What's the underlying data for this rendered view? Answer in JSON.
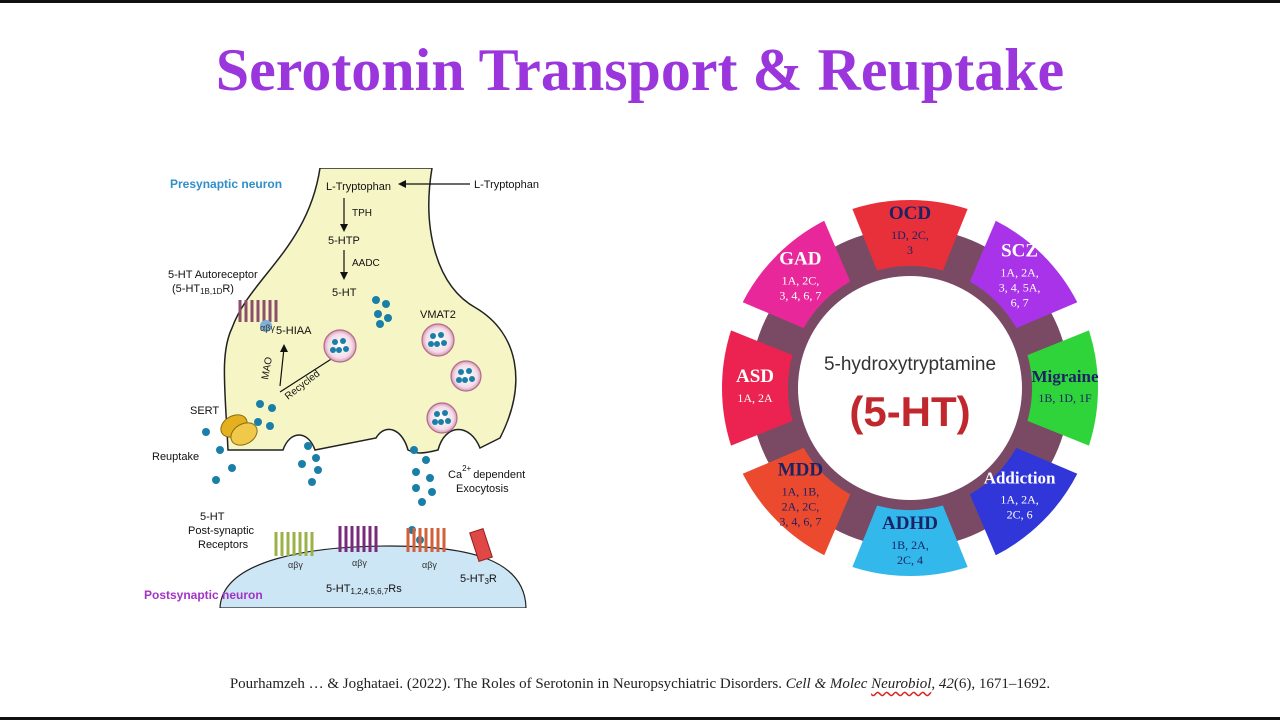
{
  "slide": {
    "title": "Serotonin Transport & Reuptake"
  },
  "synapse": {
    "presynaptic": "Presynaptic neuron",
    "postsynaptic": "Postsynaptic neuron",
    "trp_in": "L-Tryptophan",
    "trp_out": "L-Tryptophan",
    "tph": "TPH",
    "htp": "5-HTP",
    "aadc": "AADC",
    "ht": "5-HT",
    "vmat2": "VMAT2",
    "autoreceptor_1": "5-HT Autoreceptor",
    "autoreceptor_2_pre": "(5-HT",
    "autoreceptor_2_sub": "1B,1D",
    "autoreceptor_2_post": "R)",
    "hiaa": "5-HIAA",
    "mao": "MAO",
    "recycled": "Recycled",
    "sert": "SERT",
    "reuptake": "Reuptake",
    "ca": "Ca",
    "ca_sup": "2+",
    "dependent": "dependent",
    "exocytosis": "Exocytosis",
    "post_1": "5-HT",
    "post_2": "Post-synaptic",
    "post_3": "Receptors",
    "ht3r_pre": "5-HT",
    "ht3r_sub": "3",
    "ht3r_post": "R",
    "htrs_pre": "5-HT",
    "htrs_sub": "1,2,4,5,6,7",
    "htrs_post": "Rs",
    "gprotein": "αβγ"
  },
  "wheel": {
    "center_1": "5-hydroxytryptamine",
    "center_2": "(5-HT)",
    "segments": [
      {
        "name": "OCD",
        "sub": [
          "1D, 2C,",
          "3"
        ],
        "color": "#e8303a"
      },
      {
        "name": "SCZ",
        "sub": [
          "1A, 2A,",
          "3, 4, 5A,",
          "6, 7"
        ],
        "color": "#a833e8"
      },
      {
        "name": "Migraine",
        "sub": [
          "1B, 1D, 1F"
        ],
        "color": "#2fd43a"
      },
      {
        "name": "Addiction",
        "sub": [
          "1A, 2A,",
          "2C, 6"
        ],
        "color": "#3036d8"
      },
      {
        "name": "ADHD",
        "sub": [
          "1B, 2A,",
          "2C, 4"
        ],
        "color": "#32b8ea"
      },
      {
        "name": "MDD",
        "sub": [
          "1A, 1B,",
          "2A, 2C,",
          "3, 4, 6, 7"
        ],
        "color": "#ec4a2e"
      },
      {
        "name": "ASD",
        "sub": [
          "1A, 2A"
        ],
        "color": "#ec2350"
      },
      {
        "name": "GAD",
        "sub": [
          "1A, 2C,",
          "3, 4, 6, 7"
        ],
        "color": "#e8289a"
      }
    ],
    "ring_color": "#7a4a65",
    "center_title_color": "#333333",
    "center_accent_color": "#c0282d"
  },
  "citation": {
    "text_1": "Pourhamzeh … & Joghataei. (2022). The Roles of Serotonin in Neuropsychiatric Disorders. ",
    "journal_1": "Cell & Molec ",
    "journal_2": "Neurobiol",
    "text_2": ", ",
    "volume": "42",
    "text_3": "(6), 1671–1692."
  },
  "colors": {
    "title": "#9b36dd",
    "neuron_fill": "#f6f5c6",
    "post_fill": "#cde6f5",
    "molecule": "#1a7fa8",
    "label_blue": "#2f8fc9",
    "label_purple": "#a233c6"
  }
}
